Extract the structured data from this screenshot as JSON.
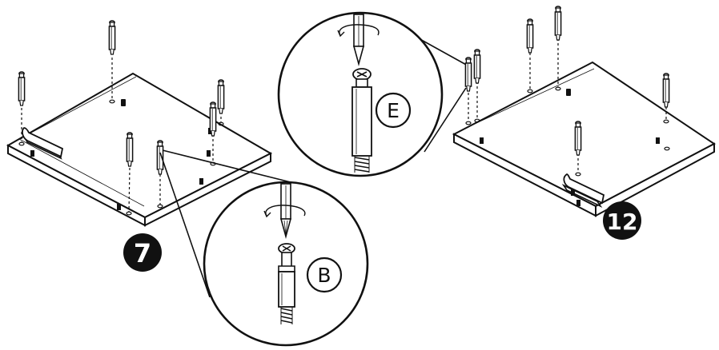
{
  "steps": {
    "left": {
      "number": "7",
      "detail_label": "B"
    },
    "right": {
      "number": "12",
      "detail_label": "E"
    }
  },
  "colors": {
    "ink": "#111111",
    "paper": "#ffffff",
    "badge": "#111111",
    "badge_text": "#ffffff"
  },
  "icons": [
    "panel-board",
    "cam-bolt",
    "dowel-hole",
    "hinge-bar",
    "screwdriver-icon",
    "rotate-arrow-icon",
    "magnifier-callout"
  ]
}
